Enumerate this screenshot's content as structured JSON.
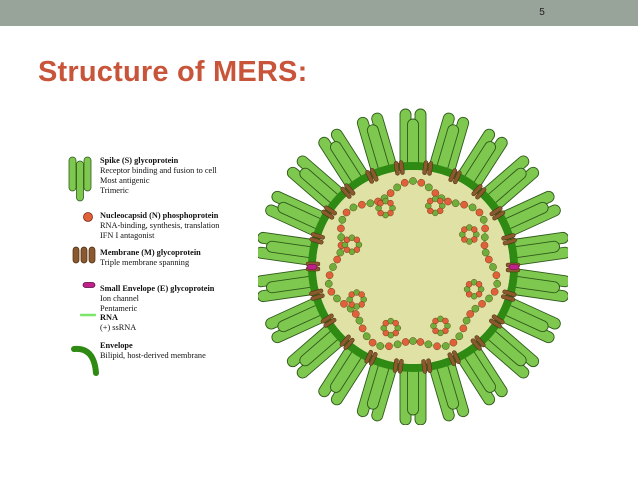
{
  "slide": {
    "number": "5",
    "title": "Structure of MERS:"
  },
  "legend": {
    "spike": {
      "title": "Spike (S) glycoprotein",
      "lines": [
        "Receptor binding and fusion to cell",
        "Most antigenic",
        "Trimeric"
      ]
    },
    "nucleocapsid": {
      "title": "Nucleocapsid (N) phosphoprotein",
      "lines": [
        "RNA-binding, synthesis, translation",
        "IFN I antagonist"
      ]
    },
    "membrane": {
      "title": "Membrane (M) glycoprotein",
      "lines": [
        "Triple membrane spanning"
      ]
    },
    "envelope_protein": {
      "title": "Small Envelope (E) glycoprotein",
      "lines": [
        "Ion channel",
        "Pentameric"
      ]
    },
    "rna": {
      "title": "RNA",
      "lines": [
        "(+) ssRNA"
      ]
    },
    "envelope": {
      "title": "Envelope",
      "lines": [
        "Bilipid, host-derived membrane"
      ]
    }
  },
  "colors": {
    "spike": "#7ec850",
    "spike_stroke": "#2f5a1a",
    "envelope": "#2f8a14",
    "interior": "#dfe2a4",
    "membrane": "#8a5a2e",
    "nucleocapsid": "#e0603a",
    "rna": "#7de66a",
    "e_protein": "#c0208a",
    "title": "#c8553a",
    "topbar": "#98a49a"
  }
}
